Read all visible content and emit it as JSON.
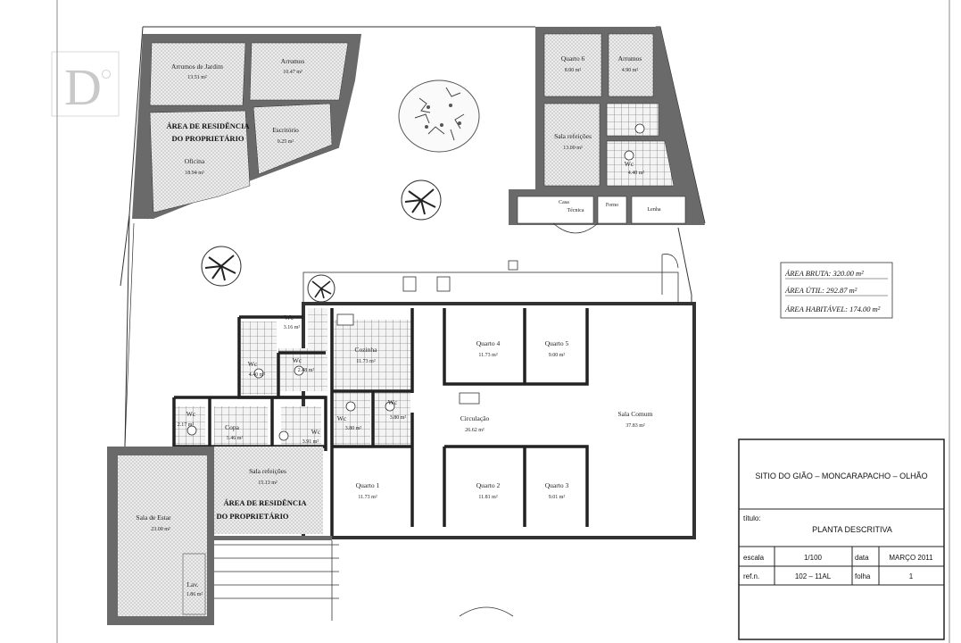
{
  "watermark": "D",
  "areas_box": {
    "bruta": "ÁREA BRUTA: 320.00 m²",
    "util": "ÁREA ÚTIL: 292.87 m²",
    "habitavel": "ÁREA HABITÁVEL: 174.00 m²"
  },
  "title_block": {
    "location": "SITIO DO GIÃO – MONCARAPACHO – OLHÃO",
    "titulo_label": "título:",
    "titulo_value": "PLANTA DESCRITIVA",
    "escala_label": "escala",
    "escala_value": "1/100",
    "data_label": "data",
    "data_value": "MARÇO 2011",
    "ref_label": "ref.n.",
    "ref_value": "102 – 11AL",
    "folha_label": "folha",
    "folha_value": "1"
  },
  "rooms": {
    "arrumos_jardim": {
      "name": "Arrumos de Jardim",
      "area": "13.51 m²"
    },
    "arrumos_top": {
      "name": "Arrumos",
      "area": "10.47 m²"
    },
    "oficina": {
      "name": "Oficina",
      "area": "18.94 m²"
    },
    "escritorio": {
      "name": "Escritório",
      "area": "9.25 m²"
    },
    "quarto6": {
      "name": "Quarto 6",
      "area": "8.00 m²"
    },
    "arrumos_right": {
      "name": "Arrumos",
      "area": "4.90 m²"
    },
    "sala_refeicoes_top": {
      "name": "Sala refeições",
      "area": "13.00 m²"
    },
    "wc_top_right": {
      "name": "Wc",
      "area": "4.40 m²"
    },
    "casa_tecnica_1": {
      "name": "Casa"
    },
    "casa_tecnica_2": {
      "name": "Técnica"
    },
    "forno": {
      "name": "Forno"
    },
    "lenha": {
      "name": "Lenha"
    },
    "wc_a": {
      "name": "Wc",
      "area": "3.16 m²"
    },
    "wc_b": {
      "name": "Wc",
      "area": "4.40 m²"
    },
    "wc_c": {
      "name": "Wc",
      "area": "2.48 m²"
    },
    "cozinha": {
      "name": "Cozinha",
      "area": "11.73 m²"
    },
    "quarto4": {
      "name": "Quarto 4",
      "area": "11.73 m²"
    },
    "quarto5": {
      "name": "Quarto 5",
      "area": "9.00 m²"
    },
    "wc_d": {
      "name": "Wc",
      "area": "2.17 m²"
    },
    "copa": {
      "name": "Copa",
      "area": "5.46 m²"
    },
    "wc_e": {
      "name": "Wc",
      "area": "3.91 m²"
    },
    "wc_f": {
      "name": "Wc",
      "area": "3.80 m²"
    },
    "wc_g": {
      "name": "Wc",
      "area": "3.80 m²"
    },
    "circulacao": {
      "name": "Circulação",
      "area": "26.62 m²"
    },
    "sala_comum": {
      "name": "Sala Comum",
      "area": "37.83 m²"
    },
    "sala_refeicoes_bottom": {
      "name": "Sala refeições",
      "area": "15.13 m²"
    },
    "quarto1": {
      "name": "Quarto 1",
      "area": "11.73 m²"
    },
    "quarto2": {
      "name": "Quarto 2",
      "area": "11.81 m²"
    },
    "quarto3": {
      "name": "Quarto 3",
      "area": "9.01 m²"
    },
    "sala_estar": {
      "name": "Sala de Estar",
      "area": "23.00 m²"
    },
    "lav": {
      "name": "Lav.",
      "area": "1.86 m²"
    }
  },
  "owner_labels": {
    "top_1": "ÁREA DE RESIDÊNCIA",
    "top_2": "DO PROPRIETÁRIO",
    "bottom_1": "ÁREA DE RESIDÊNCIA",
    "bottom_2": "DO PROPRIETÁRIO"
  }
}
